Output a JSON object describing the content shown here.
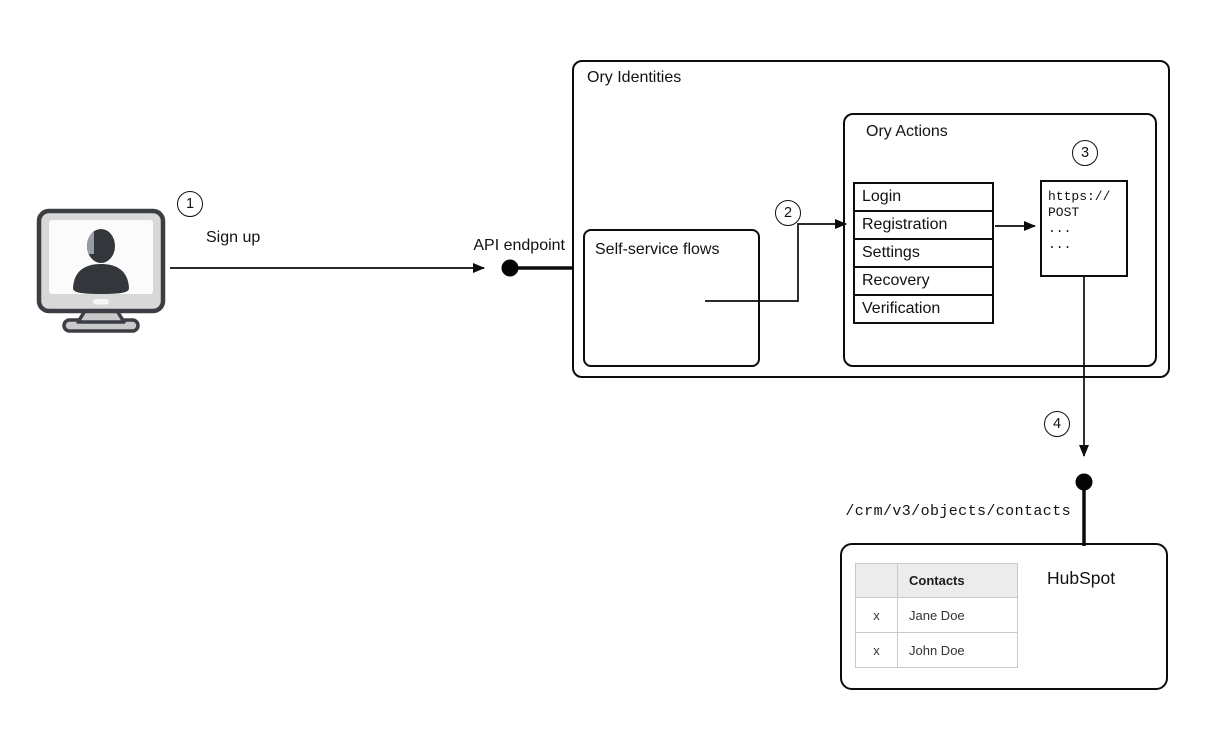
{
  "client": {
    "step_badge": "1",
    "action_label": "Sign up"
  },
  "api_endpoint": {
    "label": "API endpoint"
  },
  "ory_identities": {
    "title": "Ory Identities",
    "self_service_flows": {
      "title": "Self-service flows"
    },
    "flow_step_badge": "2",
    "ory_actions": {
      "title": "Ory Actions",
      "flows": [
        "Login",
        "Registration",
        "Settings",
        "Recovery",
        "Verification"
      ],
      "webhook_step_badge": "3",
      "webhook_snippet": {
        "lines": [
          "https://",
          "POST",
          "...",
          "..."
        ]
      }
    }
  },
  "hubspot_call": {
    "step_badge": "4",
    "endpoint_path": "/crm/v3/objects/contacts"
  },
  "hubspot": {
    "title": "HubSpot",
    "contacts_table": {
      "header": "Contacts",
      "rows": [
        {
          "mark": "x",
          "name": "Jane Doe"
        },
        {
          "mark": "x",
          "name": "John Doe"
        }
      ]
    }
  },
  "colors": {
    "line": "#0d0d0d",
    "table_header_bg": "#ececec",
    "table_border": "#c9c9c9",
    "icon_dark": "#33373c",
    "icon_gray": "#d8d8d8"
  }
}
